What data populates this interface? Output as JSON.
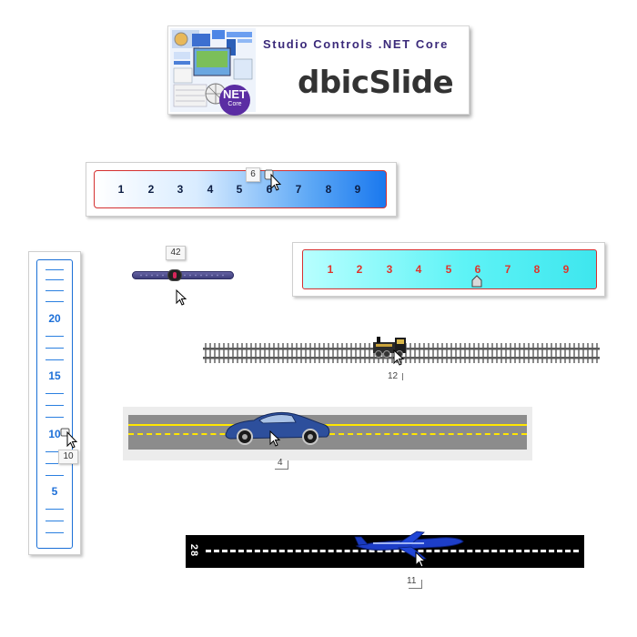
{
  "banner": {
    "subtitle": "Studio Controls .NET Core",
    "title": "dbicSlide",
    "badge_main": "NET",
    "badge_sub": "Core"
  },
  "slider_blue": {
    "ticks": [
      "1",
      "2",
      "3",
      "4",
      "5",
      "6",
      "7",
      "8",
      "9"
    ],
    "tooltip": "6",
    "value": 6
  },
  "slider_cyan": {
    "ticks": [
      "1",
      "2",
      "3",
      "4",
      "5",
      "6",
      "7",
      "8",
      "9"
    ],
    "value": 6
  },
  "slider_vertical": {
    "labels": [
      "20",
      "15",
      "10",
      "5"
    ],
    "tooltip": "10",
    "value": 10
  },
  "slider_mini": {
    "tooltip": "42",
    "value": 42
  },
  "slider_rail": {
    "value_label": "12",
    "icon": "locomotive-icon"
  },
  "slider_road": {
    "value_label": "4",
    "icon": "car-icon"
  },
  "slider_runway": {
    "runway_number": "28",
    "value_label": "11",
    "icon": "airplane-icon"
  },
  "colors": {
    "blue_track_end": "#1a78ee",
    "cyan_track": "#5ef3f6",
    "border_red": "#d43030",
    "vertical_blue": "#1c6fd8",
    "tick_red": "#e0332b",
    "road_yellow": "#ffe600"
  }
}
